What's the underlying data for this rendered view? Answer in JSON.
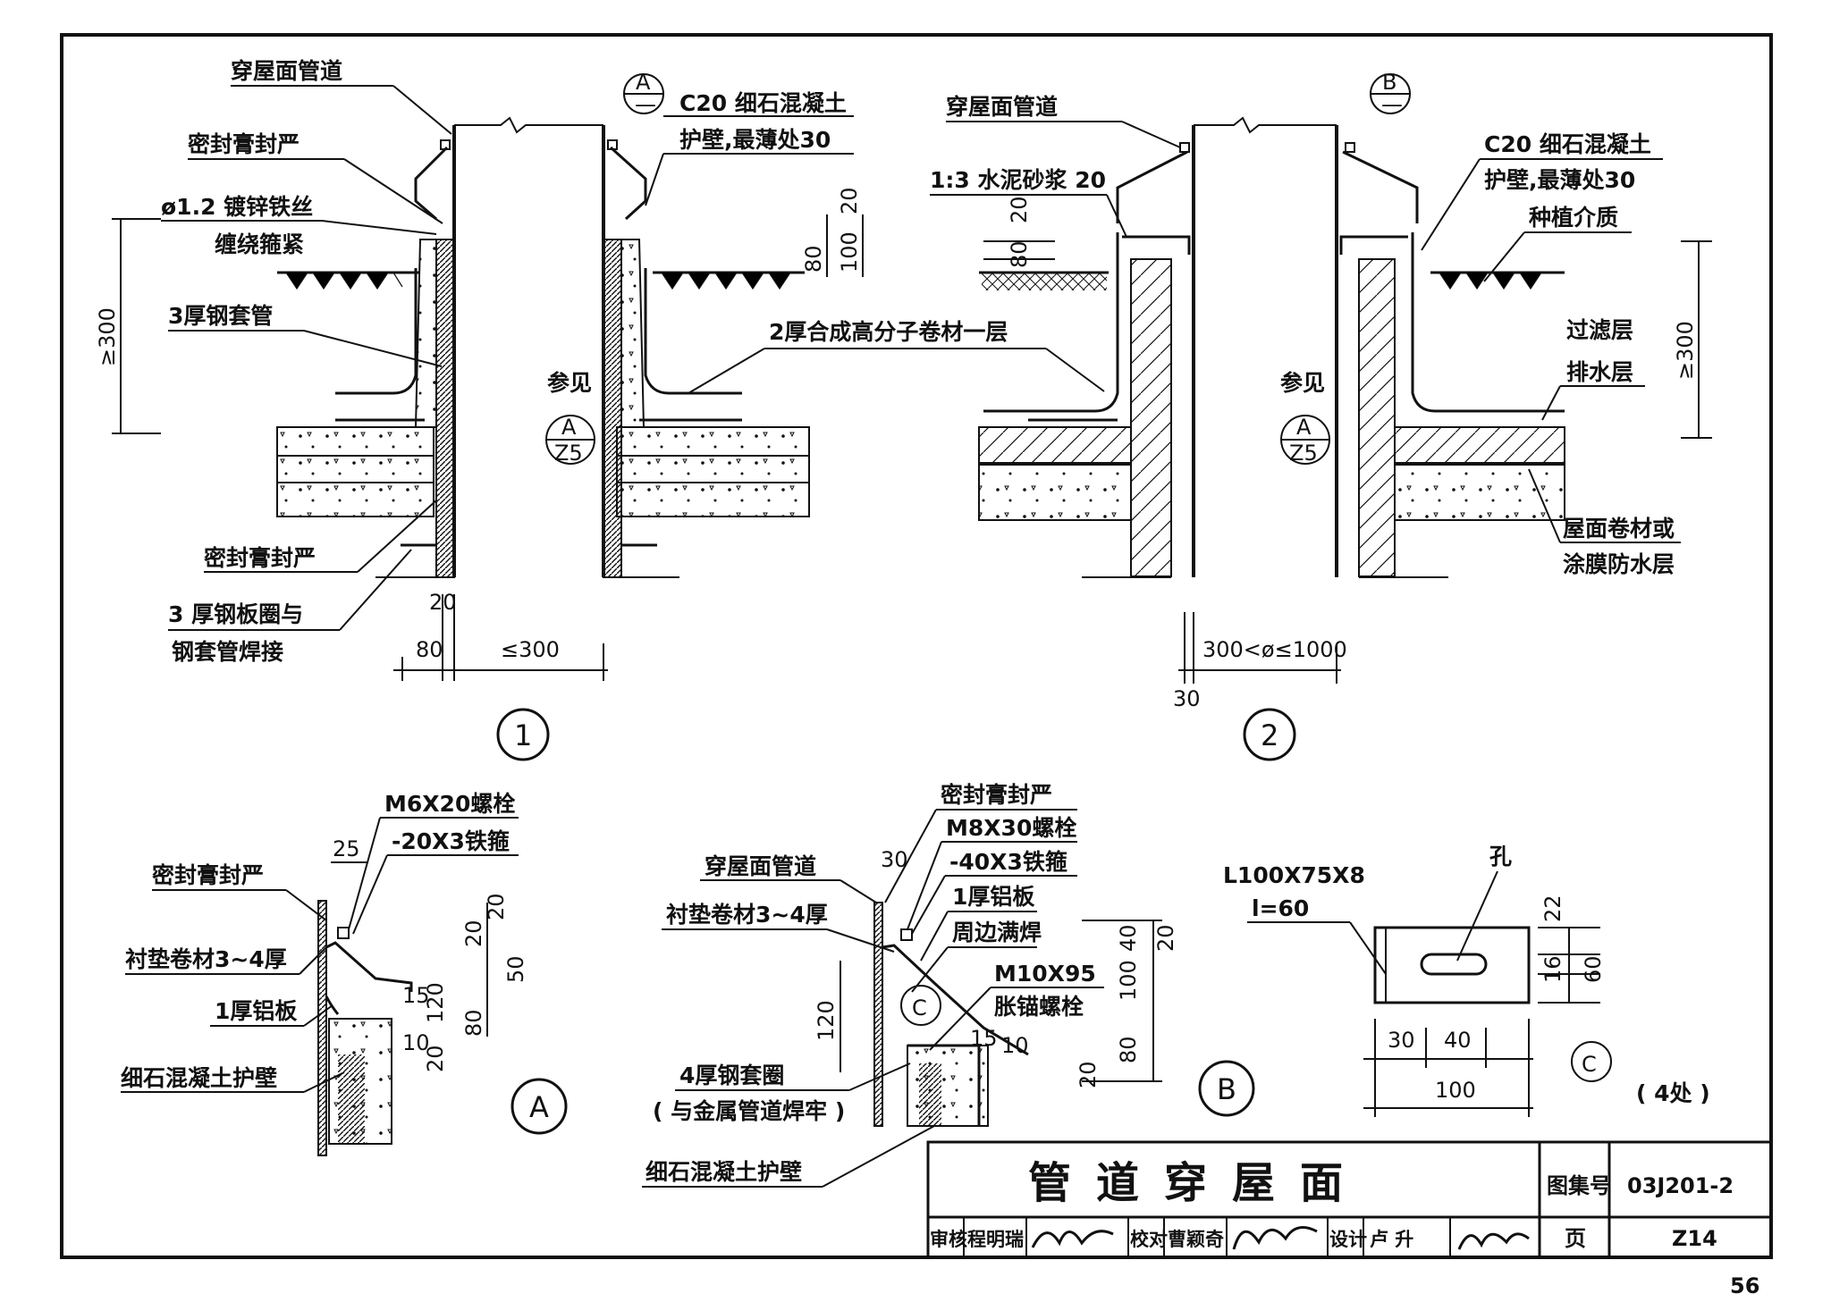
{
  "page_number": "56",
  "detail1": {
    "labels": {
      "pipe": "穿屋面管道",
      "sealant_top": "密封膏封严",
      "wire": "ø1.2 镀锌铁丝",
      "wire2": "缠绕箍紧",
      "sleeve": "3厚钢套管",
      "sealant_bottom": "密封膏封严",
      "plate": "3 厚钢板圈与",
      "plate2": "钢套管焊接",
      "concrete": "C20 细石混凝土",
      "concrete2": "护壁,最薄处30",
      "membrane": "2厚合成高分子卷材一层",
      "see": "参见"
    },
    "callout_a_top": "A",
    "callout_a_bottom": "—",
    "ref_top": "A",
    "ref_bottom": "Z5",
    "dims": {
      "h300": "≥300",
      "d80": "80",
      "d20v": "20",
      "d100": "100",
      "d20": "20",
      "d80b": "80",
      "pipe": "≤300"
    },
    "number": "1"
  },
  "detail2": {
    "labels": {
      "pipe": "穿屋面管道",
      "mortar": "1:3 水泥砂浆 20",
      "concrete": "C20 细石混凝土",
      "concrete2": "护壁,最薄处30",
      "planting": "种植介质",
      "filter": "过滤层",
      "drain": "排水层",
      "roof": "屋面卷材或",
      "roof2": "涂膜防水层",
      "see": "参见"
    },
    "callout_b_top": "B",
    "callout_b_bottom": "—",
    "ref_top": "A",
    "ref_bottom": "Z5",
    "dims": {
      "d80": "80",
      "d20": "20",
      "h300": "≥300",
      "pipe": "300<ø≤1000",
      "d30": "30"
    },
    "number": "2"
  },
  "detailA": {
    "labels": {
      "bolt": "M6X20螺栓",
      "band": "-20X3铁箍",
      "sealant": "密封膏封严",
      "liner": "衬垫卷材3~4厚",
      "al": "1厚铝板",
      "wall": "细石混凝土护壁"
    },
    "dims": {
      "d25": "25",
      "d20a": "20",
      "d20b": "20",
      "d50": "50",
      "d15": "15",
      "d120": "120",
      "d80": "80",
      "d20c": "20",
      "d10": "10"
    },
    "number": "A"
  },
  "detailB": {
    "labels": {
      "sealant": "密封膏封严",
      "bolt": "M8X30螺栓",
      "pipe": "穿屋面管道",
      "band": "-40X3铁箍",
      "liner": "衬垫卷材3~4厚",
      "al": "1厚铝板",
      "weld": "周边满焊",
      "anchor": "M10X95",
      "anchor2": "胀锚螺栓",
      "ring": "4厚钢套圈",
      "ring2": "( 与金属管道焊牢 )",
      "wall": "细石混凝土护壁"
    },
    "callout_c": "C",
    "dims": {
      "d30": "30",
      "d40": "40",
      "d20a": "20",
      "d100": "100",
      "d80": "80",
      "d20b": "20",
      "d120": "120",
      "d15": "15",
      "d10": "10"
    },
    "number": "B"
  },
  "detailC": {
    "labels": {
      "angle": "L100X75X8",
      "len": "l=60",
      "hole": "孔",
      "count": "( 4处 )"
    },
    "dims": {
      "d22": "22",
      "d16": "16",
      "d60": "60",
      "d30": "30",
      "d40": "40",
      "d100": "100"
    },
    "number": "C"
  },
  "title_block": {
    "title": "管道穿屋面",
    "atlas_label": "图集号",
    "atlas_no": "03J201-2",
    "review_label": "审核",
    "review_name": "程明瑞",
    "check_label": "校对",
    "check_name": "曹颖奇",
    "design_label": "设计",
    "design_name": "卢 升",
    "page_label": "页",
    "page_no": "Z14"
  }
}
